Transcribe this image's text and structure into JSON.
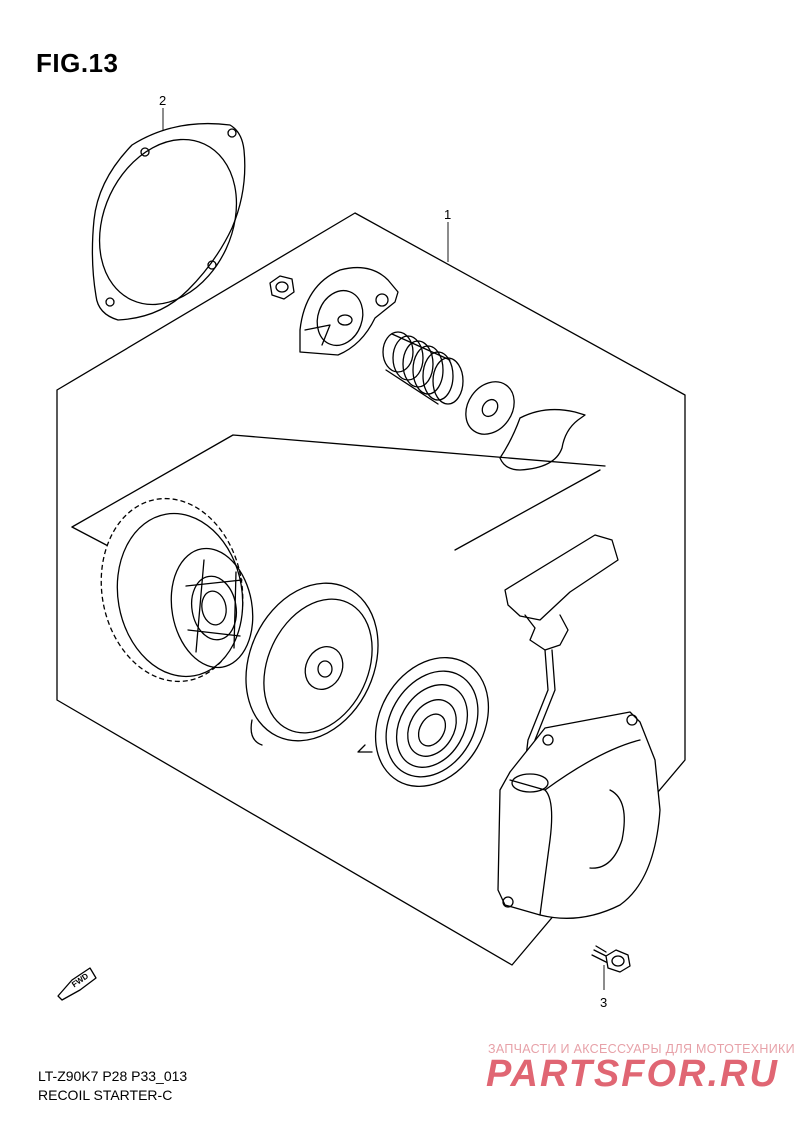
{
  "figure": {
    "title": "FIG.13",
    "callouts": [
      "2",
      "1",
      "3"
    ],
    "fwd_label": "FWD"
  },
  "footer": {
    "model_code": "LT-Z90K7 P28 P33_013",
    "section_name": "RECOIL STARTER-C"
  },
  "watermark": {
    "tagline": "ЗАПЧАСТИ И АКСЕССУАРЫ ДЛЯ МОТОТЕХНИКИ",
    "logo": "PARTSFOR.RU"
  }
}
